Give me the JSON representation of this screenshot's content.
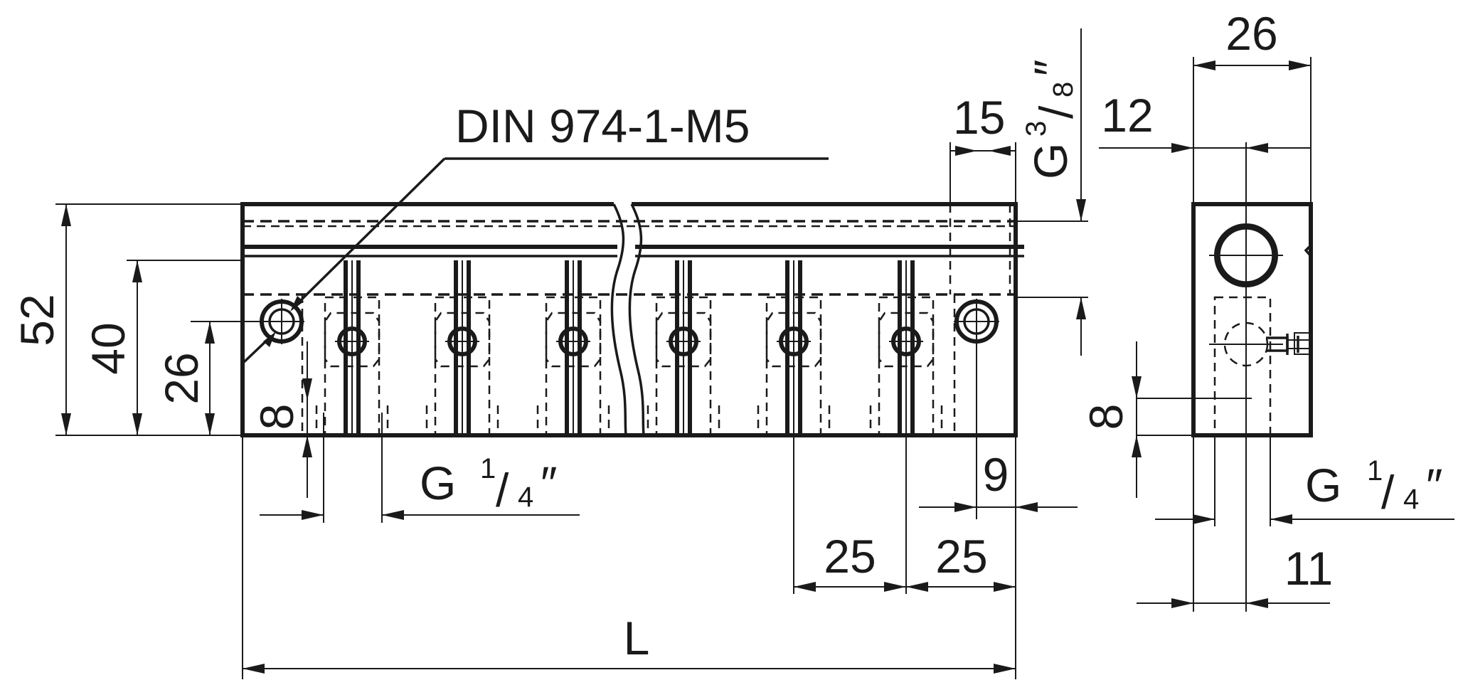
{
  "drawing": {
    "annotation_din": "DIN 974-1-M5",
    "dims": {
      "d52": "52",
      "d40": "40",
      "d26_left": "26",
      "d8_left": "8",
      "d15": "15",
      "d9": "9",
      "d25_a": "25",
      "d25_b": "25",
      "length": "L",
      "d26_side": "26",
      "d12": "12",
      "d8_side": "8",
      "d11": "11"
    },
    "threads": {
      "main_g": "G",
      "main_num": "3",
      "main_den": "8",
      "main_unit": "″",
      "outlet_g": "G",
      "outlet_num": "1",
      "outlet_den": "4",
      "outlet_unit": "″",
      "side_g": "G",
      "side_num": "1",
      "side_den": "4",
      "side_unit": "″"
    }
  },
  "colors": {
    "line": "#1a1a1a",
    "background": "#ffffff"
  },
  "icons": {
    "arrowhead": "dimension-arrow-icon",
    "port": "threaded-port-icon"
  }
}
